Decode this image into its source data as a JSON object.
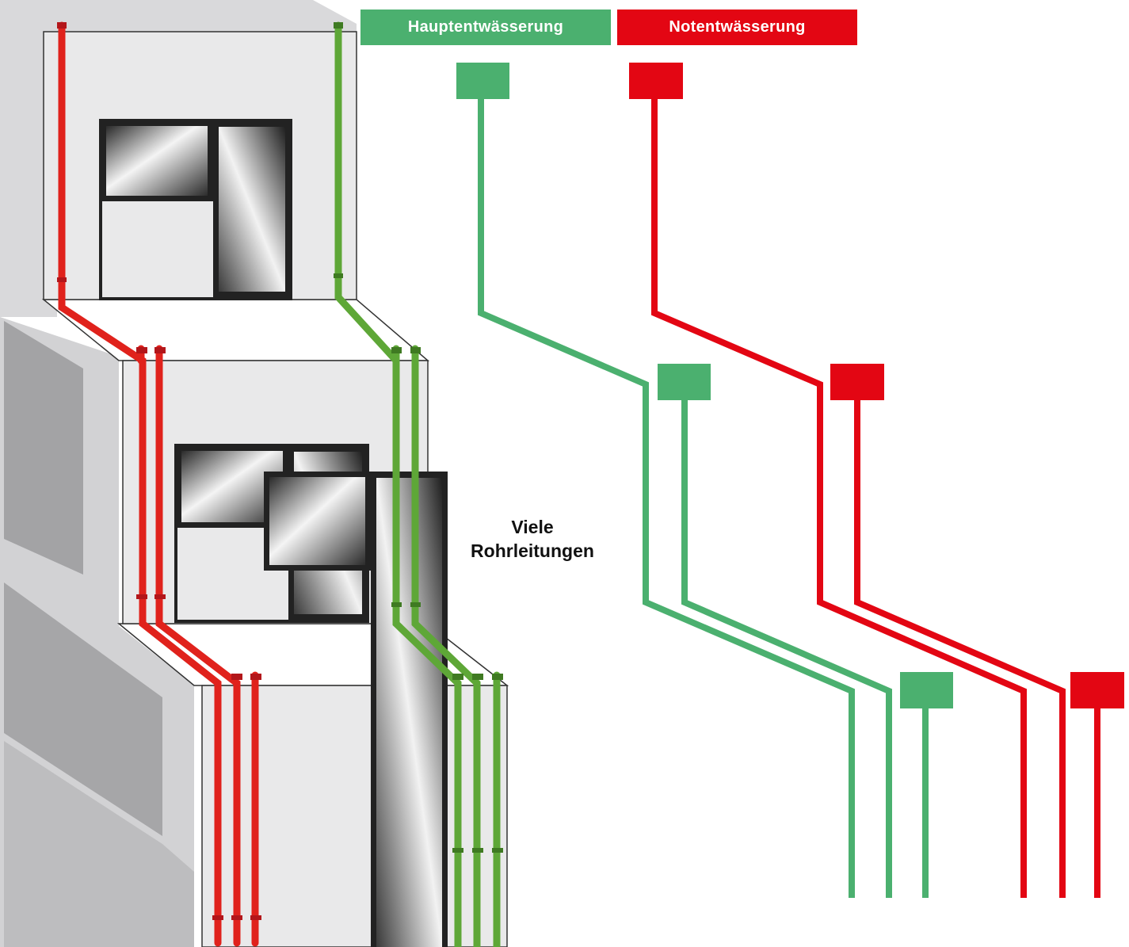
{
  "legend": {
    "main_label": "Hauptentwässerung",
    "emergency_label": "Notentwässerung"
  },
  "caption": {
    "line1": "Viele",
    "line2": "Rohrleitungen"
  },
  "colors": {
    "main_drainage": "#4bb06f",
    "emergency_drainage": "#e30613",
    "pipe_green_dark": "#5ea737",
    "pipe_red_dark": "#e0221c",
    "wall": "#e8e8e8",
    "wall_side": "#d6d6d8",
    "shadow": "#a3a3a5",
    "outline": "#333333"
  }
}
